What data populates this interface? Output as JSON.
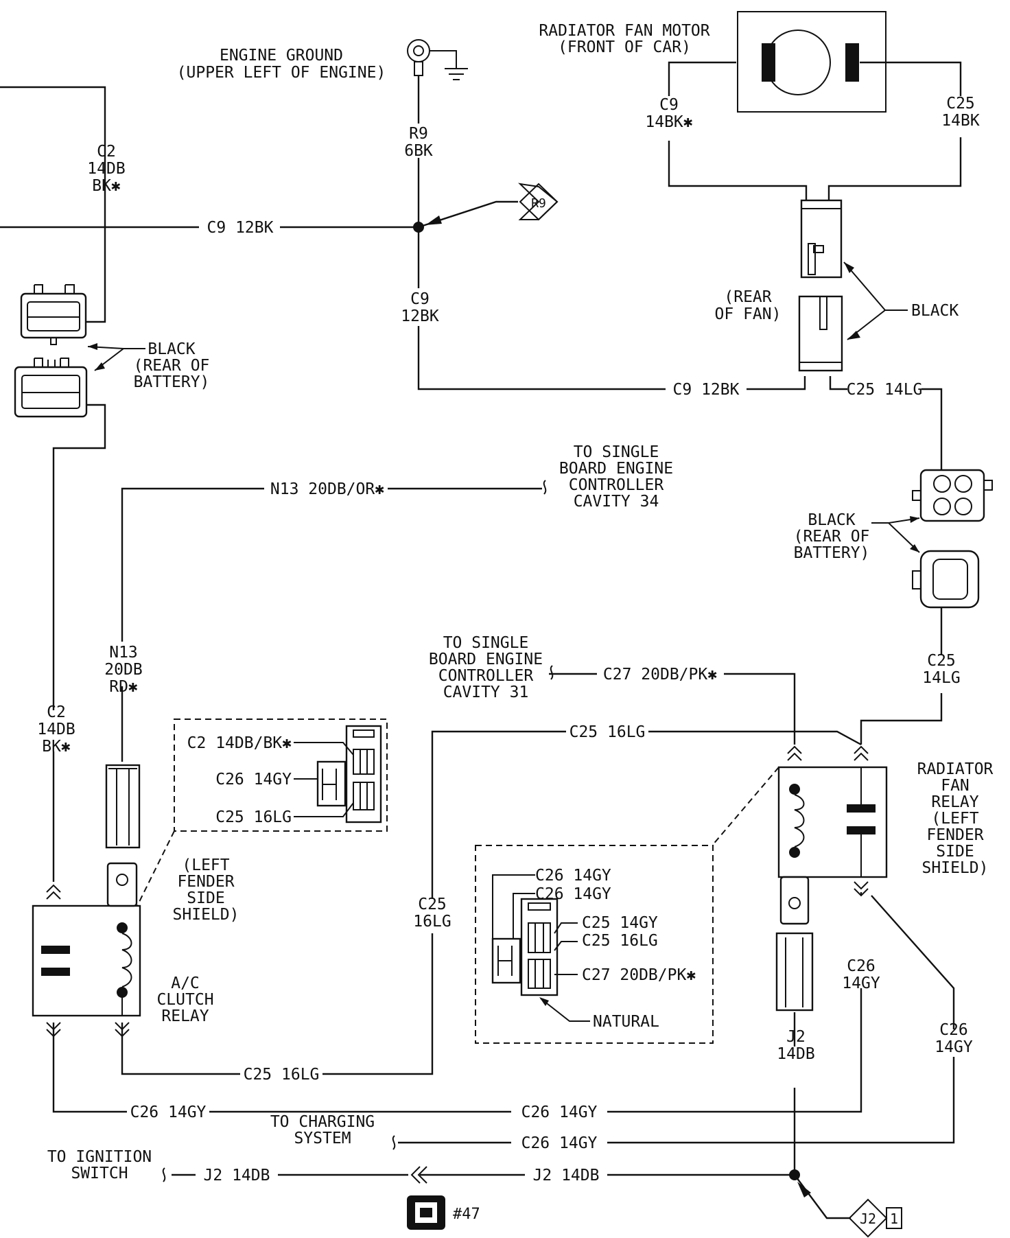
{
  "labels": {
    "engine_ground": [
      "ENGINE GROUND",
      "(UPPER LEFT OF ENGINE)"
    ],
    "radiator_fan_motor": [
      "RADIATOR FAN MOTOR",
      "(FRONT OF CAR)"
    ],
    "r9_wire": [
      "R9",
      "6BK"
    ],
    "r9_badge": "R9",
    "c2_top": [
      "C2",
      "14DB",
      "BK✱"
    ],
    "c9_12bk_h": "C9 12BK",
    "c9_12bk_v": [
      "C9",
      "12BK"
    ],
    "c9_14bk": [
      "C9",
      "14BK✱"
    ],
    "c25_14bk": [
      "C25",
      "14BK"
    ],
    "rear_of_fan": [
      "(REAR",
      "OF FAN)"
    ],
    "black_fan": "BLACK",
    "black_battery_left": [
      "BLACK",
      "(REAR OF",
      "BATTERY)"
    ],
    "c9_12bk_bottom": "C9 12BK",
    "c25_14lg_h": "C25 14LG",
    "to_sbec_34": [
      "TO SINGLE",
      "BOARD ENGINE",
      "CONTROLLER",
      "CAVITY 34"
    ],
    "n13_20db_or": "N13 20DB/OR✱",
    "black_battery_right": [
      "BLACK",
      "(REAR OF",
      "BATTERY)"
    ],
    "n13_20db_rd": [
      "N13",
      "20DB",
      "RD✱"
    ],
    "c2_14db_bk_left": [
      "C2",
      "14DB",
      "BK✱"
    ],
    "to_sbec_31": [
      "TO SINGLE",
      "BOARD ENGINE",
      "CONTROLLER",
      "CAVITY 31"
    ],
    "c27_20db_pk": "C27 20DB/PK✱",
    "c25_14lg_v": [
      "C25",
      "14LG"
    ],
    "c25_16lg_top": "C25 16LG",
    "inset_left_c2": "C2 14DB/BK✱",
    "inset_left_c26": "C26 14GY",
    "inset_left_c25": "C25 16LG",
    "radiator_fan_relay": [
      "RADIATOR",
      "FAN",
      "RELAY",
      "(LEFT",
      "FENDER",
      "SIDE",
      "SHIELD)"
    ],
    "left_fender_side_shield": [
      "(LEFT",
      "FENDER",
      "SIDE",
      "SHIELD)"
    ],
    "ac_clutch_relay": [
      "A/C",
      "CLUTCH",
      "RELAY"
    ],
    "c25_16lg_v": [
      "C25",
      "16LG"
    ],
    "inset_right_c26_1": "C26 14GY",
    "inset_right_c26_2": "C26 14GY",
    "inset_right_c25_14gy": "C25 14GY",
    "inset_right_c25_16lg": "C25 16LG",
    "inset_right_c27": "C27 20DB/PK✱",
    "natural": "NATURAL",
    "c26_14gy_relay": [
      "C26",
      "14GY"
    ],
    "c26_14gy_right": [
      "C26",
      "14GY"
    ],
    "j2_14db_v": [
      "J2",
      "14DB"
    ],
    "c25_16lg_bottom": "C25 16LG",
    "c26_14gy_left_h": "C26 14GY",
    "c26_14gy_mid_h": "C26 14GY",
    "to_charging_system": [
      "TO CHARGING",
      "SYSTEM"
    ],
    "c26_14gy_charging": "C26 14GY",
    "to_ignition_switch": [
      "TO IGNITION",
      "SWITCH"
    ],
    "j2_14db_left": "J2 14DB",
    "j2_14db_mid": "J2 14DB",
    "j2_badge": "J2",
    "j2_badge_num": "1",
    "page_number": "#47"
  }
}
